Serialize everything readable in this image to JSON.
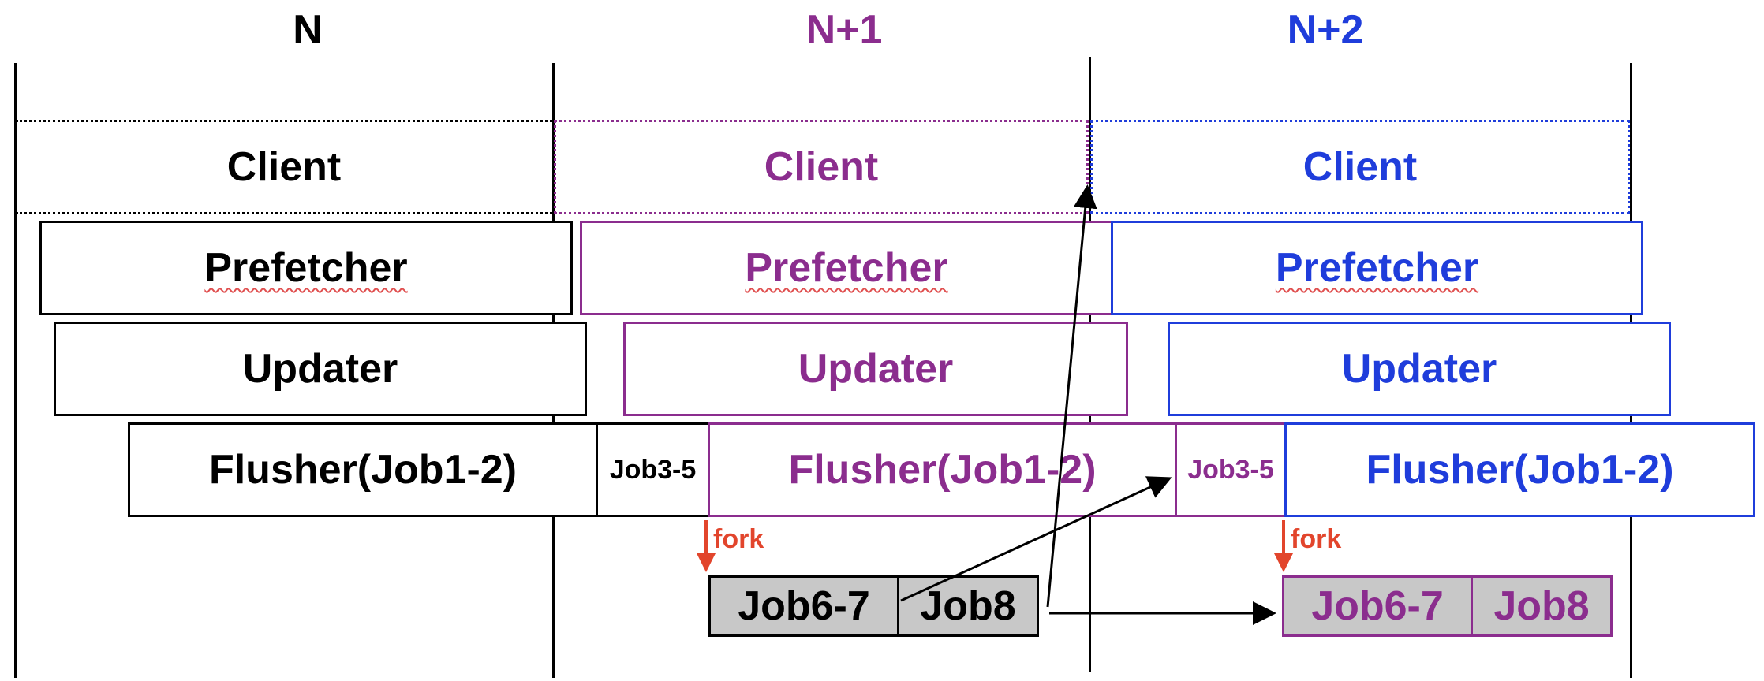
{
  "headers": {
    "n": "N",
    "n1": "N+1",
    "n2": "N+2"
  },
  "colors": {
    "black": "#000000",
    "purple": "#8b2d8e",
    "blue": "#1f3ddb",
    "fork": "#e2452c",
    "job_fill": "#c8c8c8"
  },
  "rows": {
    "client": "Client",
    "prefetcher": "Prefetcher",
    "updater": "Updater",
    "flusher": "Flusher(Job1-2)",
    "job35": "Job3-5"
  },
  "fork_label": "fork",
  "jobs": {
    "job67": "Job6-7",
    "job8": "Job8"
  }
}
